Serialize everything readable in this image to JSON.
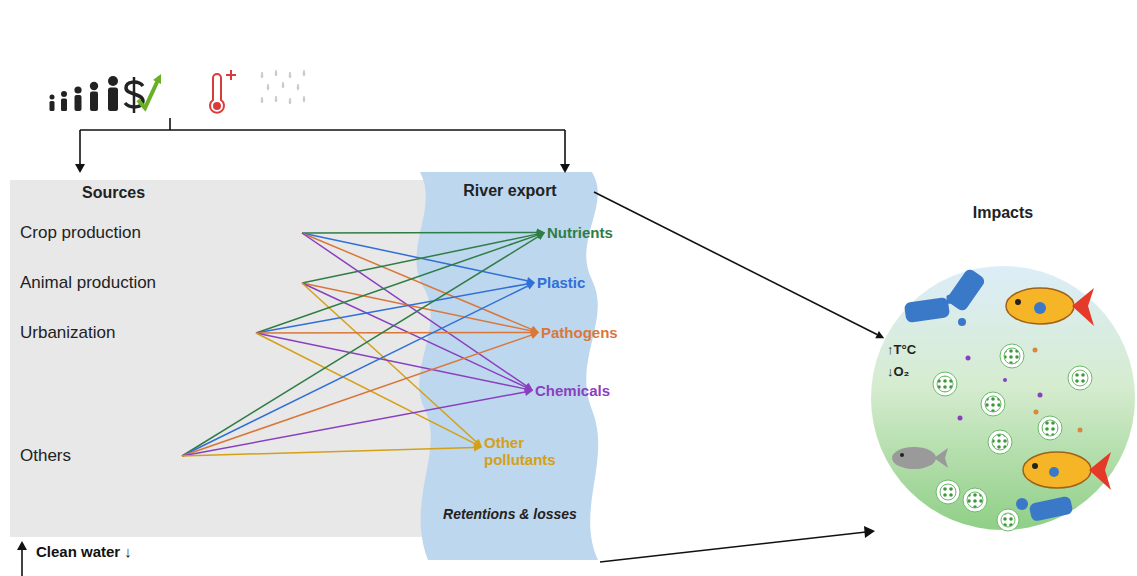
{
  "diagram": {
    "nodes": [
      {
        "text": [
          "Sources"
        ]
      },
      {
        "text": [
          "Crop production"
        ],
        "in": 0
      },
      {
        "text": [
          "Animal production"
        ],
        "in": 0
      },
      {
        "text": [
          "Urbanization"
        ],
        "in": 0
      },
      {
        "text": [
          "Others"
        ],
        "in": 0
      },
      {
        "text": [
          "River export",
          "Retentions & losses"
        ]
      },
      {
        "text": [
          "Nutrients"
        ],
        "in": 5
      },
      {
        "text": [
          "Plastic"
        ],
        "in": 5
      },
      {
        "text": [
          "Pathogens"
        ],
        "in": 5
      },
      {
        "text": [
          "Chemicals"
        ],
        "in": 5
      },
      {
        "text": [
          "Other pollutants"
        ],
        "in": 5
      },
      {
        "text": [
          "Impacts",
          "↑T°C",
          "↓O₂"
        ]
      }
    ],
    "edges": [
      {
        "from": 1,
        "to": 6,
        "arrow": "to"
      },
      {
        "from": 1,
        "to": 7,
        "arrow": "to"
      },
      {
        "from": 1,
        "to": 8,
        "arrow": "to"
      },
      {
        "from": 1,
        "to": 9,
        "arrow": "to"
      },
      {
        "from": 2,
        "to": 6,
        "arrow": "to"
      },
      {
        "from": 2,
        "to": 8,
        "arrow": "to"
      },
      {
        "from": 2,
        "to": 9,
        "arrow": "to"
      },
      {
        "from": 2,
        "to": 10,
        "arrow": "to"
      },
      {
        "from": 3,
        "to": 6,
        "arrow": "to"
      },
      {
        "from": 3,
        "to": 7,
        "arrow": "to"
      },
      {
        "from": 3,
        "to": 8,
        "arrow": "to"
      },
      {
        "from": 3,
        "to": 9,
        "arrow": "to"
      },
      {
        "from": 3,
        "to": 10,
        "arrow": "to"
      },
      {
        "from": 4,
        "to": 6,
        "arrow": "to"
      },
      {
        "from": 4,
        "to": 7,
        "arrow": "to"
      },
      {
        "from": 4,
        "to": 8,
        "arrow": "to"
      },
      {
        "from": 4,
        "to": 9,
        "arrow": "to"
      },
      {
        "from": 4,
        "to": 10,
        "arrow": "to"
      },
      {
        "from": 5,
        "to": 11,
        "arrow": "to"
      }
    ],
    "labels": [
      "Clean water ↓"
    ]
  }
}
